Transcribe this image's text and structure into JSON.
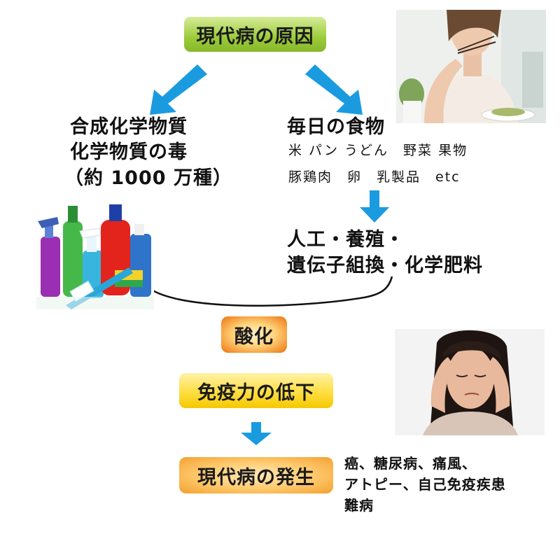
{
  "title": "現代病の原因",
  "left_branch": {
    "line1": "合成化学物質",
    "line2": "化学物質の毒",
    "line3": "（約 1000 万種）"
  },
  "right_branch": {
    "heading": "毎日の食物",
    "foods_line1": "米 パン うどん　野菜 果物",
    "foods_line2": "豚鶏肉　卵　乳製品　etc"
  },
  "processing": {
    "line1": "人工・養殖・",
    "line2": "遺伝子組換・化学肥料"
  },
  "oxidation": "酸化",
  "immunity": "免疫力の低下",
  "result": "現代病の発生",
  "diseases": {
    "line1": "癌、糖尿病、痛風、",
    "line2": "アトピー、自己免疫疾患",
    "line3": "難病"
  },
  "colors": {
    "arrow": "#1a9be0",
    "green_box": "#9ccb3a",
    "yellow_box": "#ffe04a",
    "orange_box": "#f3a030"
  },
  "icons": [
    "woman-eating-photo",
    "cleaning-bottles-photo",
    "woman-headache-photo"
  ]
}
